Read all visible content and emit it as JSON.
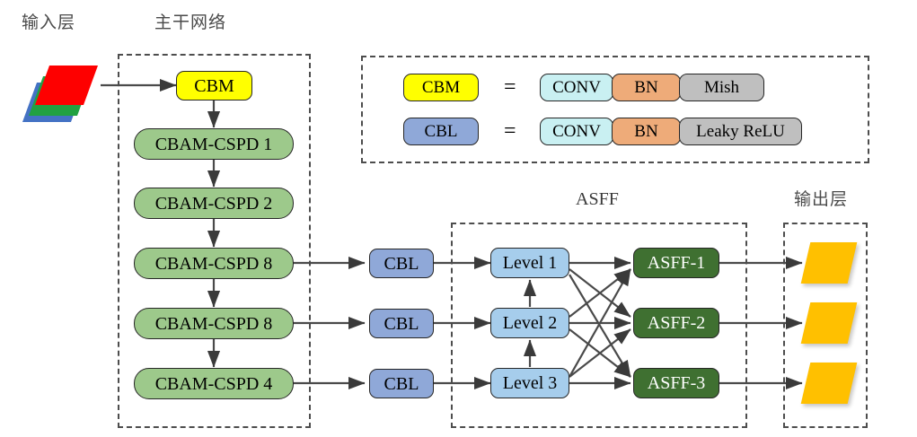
{
  "titles": {
    "input_layer": "输入层",
    "backbone": "主干网络",
    "asff": "ASFF",
    "output_layer": "输出层"
  },
  "input_stack": {
    "name": "input-image-stack",
    "layers": [
      "blue",
      "green",
      "red"
    ],
    "colors": {
      "blue": "#4472c4",
      "green": "#21a141",
      "red": "#fe0000"
    }
  },
  "backbone": {
    "blocks": [
      {
        "label": "CBM",
        "type": "cbm",
        "color": "#ffff00"
      },
      {
        "label": "CBAM-CSPD 1",
        "type": "cspd",
        "color": "#9dc98b"
      },
      {
        "label": "CBAM-CSPD 2",
        "type": "cspd",
        "color": "#9dc98b"
      },
      {
        "label": "CBAM-CSPD 8",
        "type": "cspd",
        "color": "#9dc98b"
      },
      {
        "label": "CBAM-CSPD 8",
        "type": "cspd",
        "color": "#9dc98b"
      },
      {
        "label": "CBAM-CSPD 4",
        "type": "cspd",
        "color": "#9dc98b"
      }
    ]
  },
  "neck": {
    "cbl_blocks": [
      {
        "label": "CBL"
      },
      {
        "label": "CBL"
      },
      {
        "label": "CBL"
      }
    ],
    "cbl_color": "#8fa8d8"
  },
  "asff": {
    "levels": [
      {
        "label": "Level 1"
      },
      {
        "label": "Level 2"
      },
      {
        "label": "Level 3"
      }
    ],
    "level_color": "#a6cdec",
    "outputs": [
      {
        "label": "ASFF-1"
      },
      {
        "label": "ASFF-2"
      },
      {
        "label": "ASFF-3"
      }
    ],
    "output_color": "#3f7031"
  },
  "output_layer": {
    "chips": [
      {
        "name": "output-map-1"
      },
      {
        "name": "output-map-2"
      },
      {
        "name": "output-map-3"
      }
    ],
    "color": "#ffc000"
  },
  "legend": {
    "rows": [
      {
        "key": "CBM",
        "key_color": "#ffff00",
        "equals": "=",
        "parts": [
          {
            "label": "CONV",
            "color": "#c9f0f2"
          },
          {
            "label": "BN",
            "color": "#eeab79"
          },
          {
            "label": "Mish",
            "color": "#bfbfbf"
          }
        ]
      },
      {
        "key": "CBL",
        "key_color": "#8fa8d8",
        "equals": "=",
        "parts": [
          {
            "label": "CONV",
            "color": "#c9f0f2"
          },
          {
            "label": "BN",
            "color": "#eeab79"
          },
          {
            "label": "Leaky ReLU",
            "color": "#bfbfbf"
          }
        ]
      }
    ]
  }
}
